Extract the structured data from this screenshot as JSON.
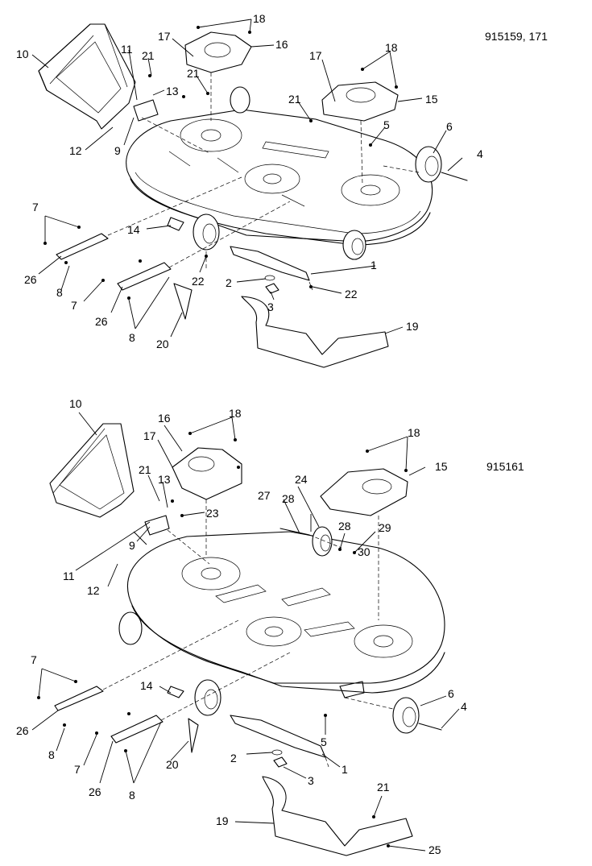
{
  "top_diagram": {
    "model_numbers": "915159, 171",
    "callouts": [
      "18",
      "17",
      "16",
      "10",
      "11",
      "21",
      "21",
      "13",
      "18",
      "17",
      "15",
      "21",
      "5",
      "6",
      "4",
      "12",
      "9",
      "7",
      "14",
      "26",
      "8",
      "1",
      "2",
      "22",
      "22",
      "3",
      "7",
      "26",
      "8",
      "20",
      "19"
    ]
  },
  "bottom_diagram": {
    "model_numbers": "915161",
    "callouts": [
      "10",
      "16",
      "18",
      "18",
      "17",
      "13",
      "21",
      "15",
      "24",
      "27",
      "28",
      "23",
      "28",
      "29",
      "30",
      "9",
      "11",
      "12",
      "7",
      "14",
      "6",
      "4",
      "26",
      "5",
      "8",
      "2",
      "1",
      "7",
      "20",
      "3",
      "26",
      "8",
      "21",
      "19",
      "25"
    ]
  },
  "colors": {
    "line": "#000000",
    "background": "#ffffff"
  }
}
